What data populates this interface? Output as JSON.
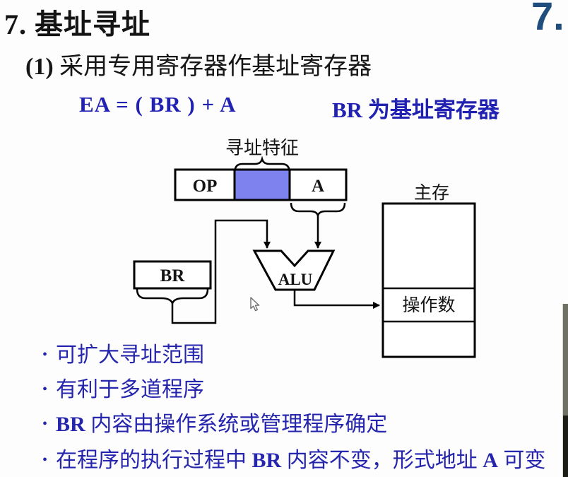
{
  "page": {
    "title": "7. 基址寻址",
    "corner_number": "7.",
    "subtitle_prefix": "(1)",
    "subtitle_text": " 采用专用寄存器作基址寄存器",
    "formula": "EA = ( BR ) + A",
    "formula_note": "BR 为基址寄存器"
  },
  "diagram": {
    "addressing_feature_label": "寻址特征",
    "op_field_label": "OP",
    "address_field_label": "A",
    "base_register_label": "BR",
    "alu_label": "ALU",
    "memory_label": "主存",
    "operand_label": "操作数"
  },
  "bullets": {
    "marker": "•",
    "items": [
      "可扩大寻址范围",
      "有利于多道程序",
      "BR 内容由操作系统或管理程序确定",
      "在程序的执行过程中 BR 内容不变，形式地址 A 可变"
    ]
  },
  "colors": {
    "accent_text_blue": "#2525ae",
    "corner_number_blue": "#1f4e7e",
    "instruction_field_blue": "#7d82ee",
    "edge_bar_gray": "#6e7163",
    "edge_bar_dark": "#1d1d18"
  }
}
